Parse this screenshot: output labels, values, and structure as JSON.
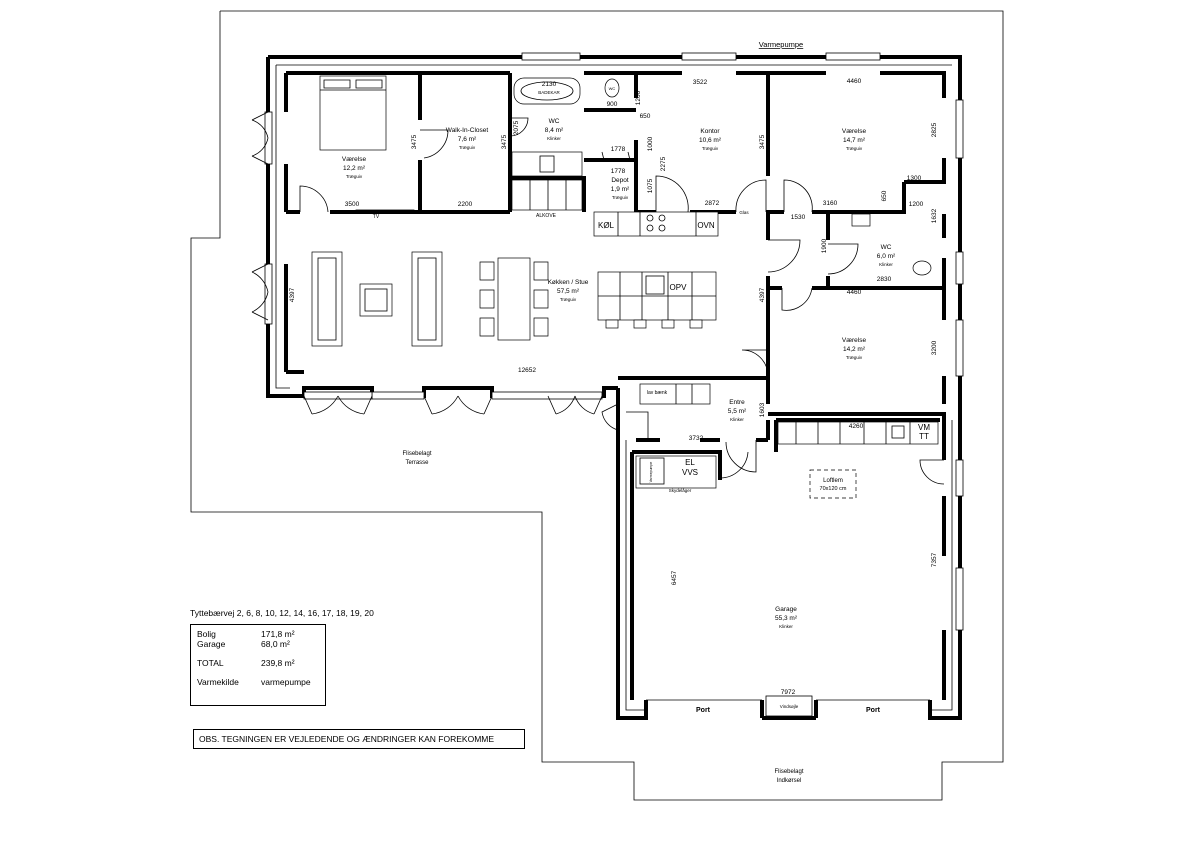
{
  "plan": {
    "rooms": [
      {
        "id": "vaerelse-1",
        "name": "Værelse",
        "area": "12,2 m²",
        "floor": "Træguiv"
      },
      {
        "id": "walkin",
        "name": "Walk-In-Closet",
        "area": "7,6 m²",
        "floor": "Træguiv"
      },
      {
        "id": "wc-1",
        "name": "WC",
        "area": "8,4 m²",
        "floor": "Klinker"
      },
      {
        "id": "depot",
        "name": "Depot",
        "area": "1,9 m²",
        "floor": "Træguiv"
      },
      {
        "id": "kontor",
        "name": "Kontor",
        "area": "10,6 m²",
        "floor": "Træguiv"
      },
      {
        "id": "vaerelse-2",
        "name": "Værelse",
        "area": "14,7 m²",
        "floor": "Træguiv"
      },
      {
        "id": "kokken",
        "name": "Køkken / Stue",
        "area": "57,5 m²",
        "floor": "Træguiv"
      },
      {
        "id": "wc-2",
        "name": "WC",
        "area": "6,0 m²",
        "floor": "Klinker"
      },
      {
        "id": "vaerelse-3",
        "name": "Værelse",
        "area": "14,2 m²",
        "floor": "Træguiv"
      },
      {
        "id": "entre",
        "name": "Entre",
        "area": "5,5 m²",
        "floor": "Klinker"
      },
      {
        "id": "garage",
        "name": "Garage",
        "area": "55,3 m²",
        "floor": "Klinker"
      }
    ],
    "dimensions": {
      "d3500": "3500",
      "d2200": "2200",
      "d3475a": "3475",
      "d3475b": "3475",
      "d2075": "2075",
      "d2130": "2130",
      "d1200a": "1200",
      "d900": "900",
      "d650a": "650",
      "d1778a": "1778",
      "d1000": "1000",
      "d1778b": "1778",
      "d2275": "2275",
      "d1075": "1075",
      "d2872": "2872",
      "d3522": "3522",
      "d3475c": "3475",
      "d4460a": "4460",
      "d2825": "2825",
      "d1300": "1300",
      "d650b": "650",
      "d1200b": "1200",
      "d1632": "1632",
      "d3160": "3160",
      "d1530": "1530",
      "d1900": "1900",
      "d2830": "2830",
      "d4460b": "4460",
      "d4397a": "4397",
      "d4397b": "4397",
      "d3200": "3200",
      "d12652": "12652",
      "d1603": "1603",
      "d3732": "3732",
      "d4260": "4260",
      "d6457": "6457",
      "d7357": "7357",
      "d7972": "7972"
    },
    "labels": {
      "varmepumpe": "Varmepumpe",
      "badekar": "BADEKAR",
      "wc_symbol": "WC",
      "alkove": "ALKOVE",
      "tv": "TV",
      "kol": "KØL",
      "ovn": "OVN",
      "opv": "OPV",
      "glas": "Glas",
      "lav_baenk": "lav bænk",
      "el": "EL",
      "vvs": "VVS",
      "varmepumpe_small": "Varmepumpe",
      "skydelaager": "Skydelåger",
      "vm": "VM",
      "tt": "TT",
      "loftlem": "Loftlem",
      "loftlem_size": "70x120 cm",
      "vindseale": "Vindsøjle",
      "port_left": "Port",
      "port_right": "Port",
      "terrasse_1": "Flisebelagt",
      "terrasse_2": "Terrasse",
      "indkorsel_1": "Flisebelagt",
      "indkorsel_2": "Indkørsel"
    }
  },
  "info": {
    "title": "Tyttebærvej 2, 6, 8, 10, 12, 14, 16, 17, 18, 19, 20",
    "bolig_label": "Bolig",
    "bolig_value": "171,8  m²",
    "garage_label": "Garage",
    "garage_value": "68,0  m²",
    "total_label": "TOTAL",
    "total_value": "239,8  m²",
    "varmekilde_label": "Varmekilde",
    "varmekilde_value": "varmepumpe",
    "notice": "OBS. TEGNINGEN ER VEJLEDENDE OG ÆNDRINGER KAN FOREKOMME"
  }
}
